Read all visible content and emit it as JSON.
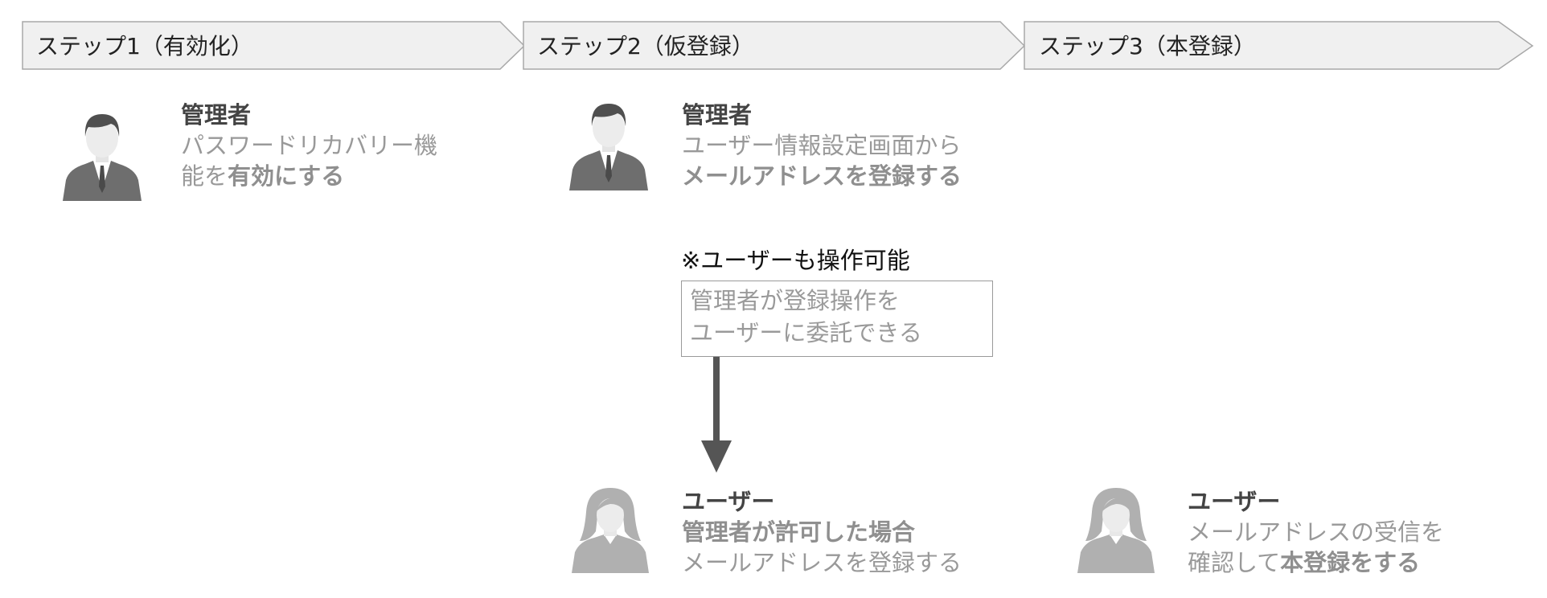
{
  "steps": [
    {
      "label": "ステップ1（有効化）"
    },
    {
      "label": "ステップ2（仮登録）"
    },
    {
      "label": "ステップ3（本登録）"
    }
  ],
  "step1": {
    "role": "管理者",
    "line1": "パスワードリカバリー機",
    "line2_a": "能を",
    "line2_b": "有効にする"
  },
  "step2_admin": {
    "role": "管理者",
    "line1": "ユーザー情報設定画面から",
    "line2": "メールアドレスを登録する"
  },
  "note": {
    "heading": "※ユーザーも操作可能",
    "line1": "管理者が登録操作を",
    "line2": "ユーザーに委託できる"
  },
  "step2_user": {
    "role": "ユーザー",
    "line1": "管理者が許可した場合",
    "line2": "メールアドレスを登録する"
  },
  "step3_user": {
    "role": "ユーザー",
    "line1": "メールアドレスの受信を",
    "line2_a": "確認して",
    "line2_b": "本登録をする"
  },
  "colors": {
    "chevron_fill": "#f0f0f0",
    "chevron_stroke": "#a8a8a8",
    "man_figure": "#6e6e6e",
    "woman_figure": "#b0b0b0",
    "arrow": "#555555"
  }
}
